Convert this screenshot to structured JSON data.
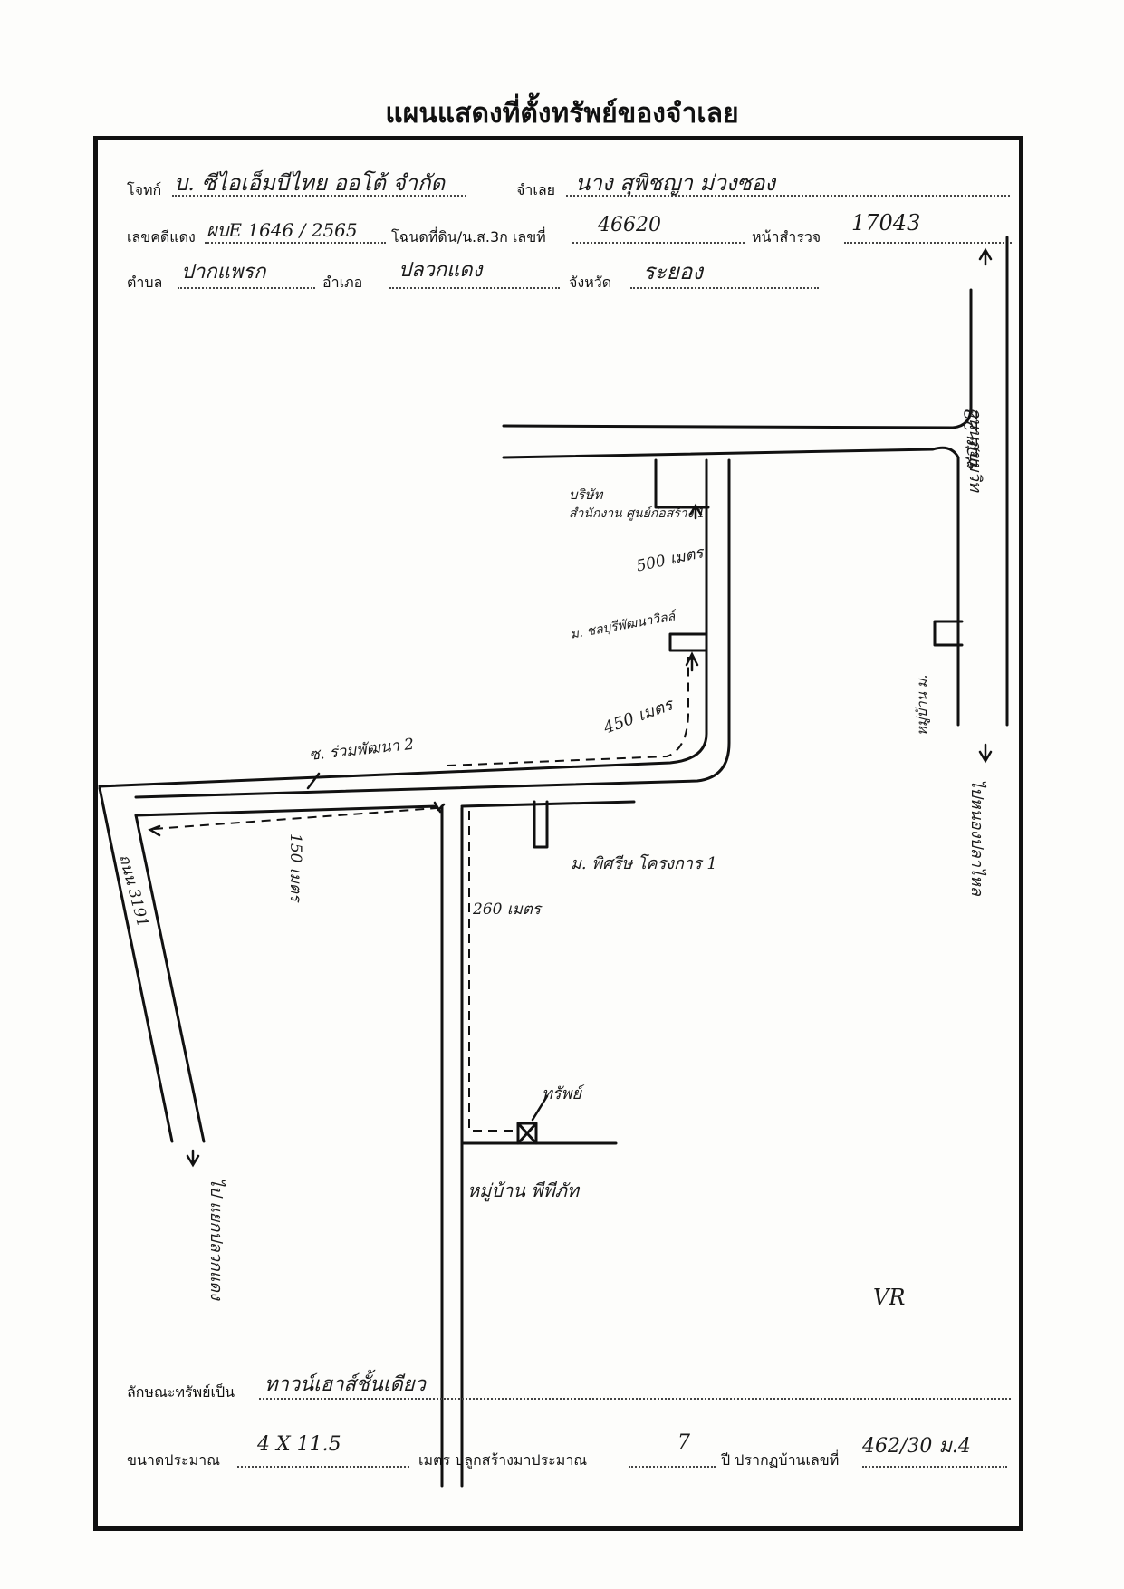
{
  "header": {
    "title": "แผนแสดงที่ตั้งทรัพย์ของจำเลย"
  },
  "fields": {
    "plaintiff_label": "โจทก์",
    "plaintiff_value": "บ. ซีไอเอ็มบีไทย ออโต้ จำกัด",
    "defendant_label": "จำเลย",
    "defendant_value": "นาง สุพิชญา ม่วงซอง",
    "red_case_label": "เลขคดีแดง",
    "red_case_value": "ผบE 1646 / 2565",
    "deed_label": "โฉนดที่ดิน/น.ส.3ก เลขที่",
    "deed_value": "46620",
    "survey_label": "หน้าสำรวจ",
    "survey_value": "17043",
    "subdistrict_label": "ตำบล",
    "subdistrict_value": "ปากแพรก",
    "district_label": "อำเภอ",
    "district_value": "ปลวกแดง",
    "province_label": "จังหวัด",
    "province_value": "ระยอง"
  },
  "map": {
    "road_right_top": "ถนนสุขุมวิท",
    "soi_right": "ซอย 22",
    "road_right_bottom": "ไปหนองปลาไหล",
    "village_right": "หมู่บ้าน ม.",
    "company_label": "บริษัท",
    "landmark_1": "สำนักงาน ศูนย์ก่อสร้าง 1",
    "dist_500": "500 เมตร",
    "landmark_2": "ม. ชลบุรีพัฒนาวิลล์",
    "dist_450": "450 เมตร",
    "soi_main": "ซ. ร่วมพัฒนา 2",
    "dist_150": "150 เมตร",
    "road_left": "ถนน 3191",
    "landmark_3": "ม. พิศรีษ โครงการ 1",
    "dist_260": "260 เมตร",
    "property_label": "ทรัพย์",
    "village_bottom": "หมู่บ้าน พีพีภัท",
    "left_arrow_text": "ไป แยกปลวกแดง",
    "initials": "VR"
  },
  "footer": {
    "property_type_label": "ลักษณะทรัพย์เป็น",
    "property_type_value": "ทาวน์เฮาส์ชั้นเดียว",
    "size_label": "ขนาดประมาณ",
    "size_value": "4 X 11.5",
    "meter_label": "เมตร ปลูกสร้างมาประมาณ",
    "years_value": "7",
    "house_no_label": "ปี ปรากฏบ้านเลขที่",
    "house_no_value": "462/30 ม.4"
  }
}
